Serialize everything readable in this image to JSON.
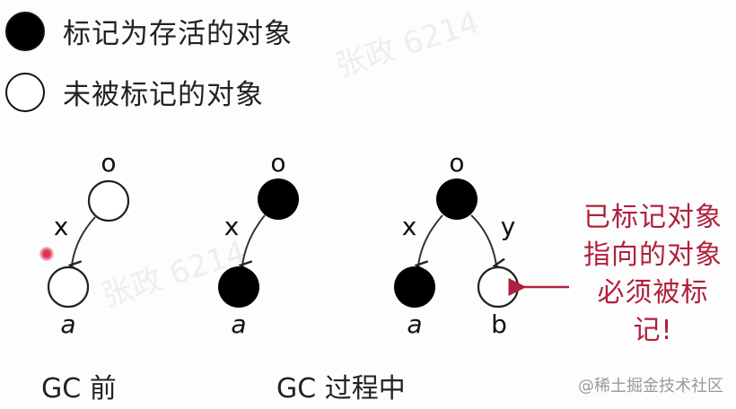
{
  "legend": [
    {
      "type": "filled",
      "label": "标记为存活的对象"
    },
    {
      "type": "empty",
      "label": "未被标记的对象"
    }
  ],
  "diagrams": {
    "before": {
      "caption": "GC 前",
      "nodes": [
        {
          "id": "o",
          "label": "o",
          "filled": false
        },
        {
          "id": "a",
          "label": "a",
          "filled": false
        }
      ],
      "edges": [
        {
          "from": "o",
          "to": "a",
          "label": "x"
        }
      ]
    },
    "during_1": {
      "nodes": [
        {
          "id": "o",
          "label": "o",
          "filled": true
        },
        {
          "id": "a",
          "label": "a",
          "filled": true
        }
      ],
      "edges": [
        {
          "from": "o",
          "to": "a",
          "label": "x"
        }
      ]
    },
    "during_2": {
      "nodes": [
        {
          "id": "o",
          "label": "o",
          "filled": true
        },
        {
          "id": "a",
          "label": "a",
          "filled": true
        },
        {
          "id": "b",
          "label": "b",
          "filled": false
        }
      ],
      "edges": [
        {
          "from": "o",
          "to": "a",
          "label": "x"
        },
        {
          "from": "o",
          "to": "b",
          "label": "y"
        }
      ]
    },
    "during_caption": "GC 过程中"
  },
  "annotation": {
    "text": "已标记对象指向的对象必须被标记!",
    "lines": [
      "已标记对象",
      "指向的对象",
      "必须被标",
      "记!"
    ],
    "color": "#b0203c"
  },
  "watermarks": [
    "张政 6214",
    "张政 6214"
  ],
  "credit": "@稀土掘金技术社区"
}
